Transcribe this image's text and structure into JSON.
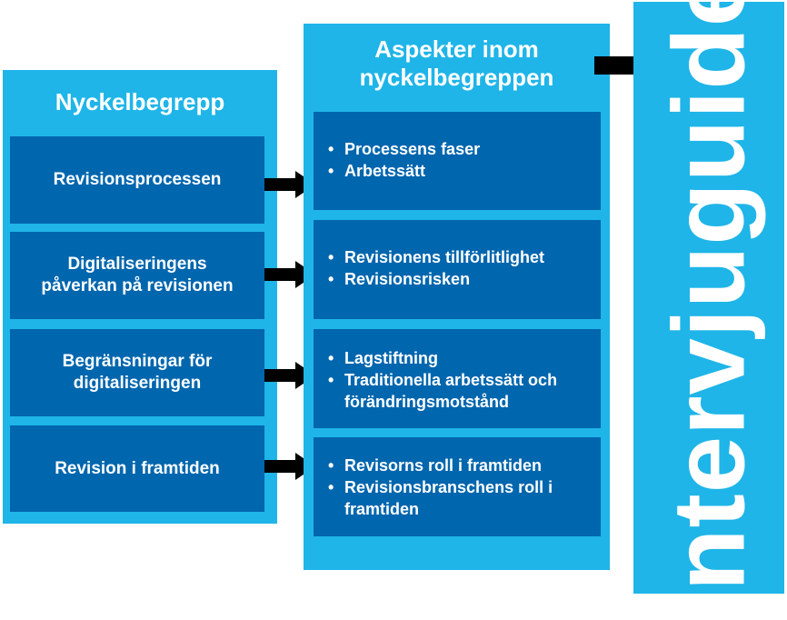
{
  "left_panel": {
    "title": "Nyckelbegrepp",
    "items": [
      {
        "line1": "Revisionsprocessen",
        "line2": ""
      },
      {
        "line1": "Digitaliseringens",
        "line2": "påverkan på revisionen"
      },
      {
        "line1": "Begränsningar för",
        "line2": "digitaliseringen"
      },
      {
        "line1": "Revision i framtiden",
        "line2": ""
      }
    ]
  },
  "middle_panel": {
    "title_line1": "Aspekter inom",
    "title_line2": "nyckelbegreppen",
    "groups": [
      {
        "bullets": [
          "Processens faser",
          "Arbetssätt"
        ]
      },
      {
        "bullets": [
          "Revisionens tillförlitlighet",
          "Revisionsrisken"
        ]
      },
      {
        "bullets": [
          "Lagstiftning",
          "Traditionella arbetssätt och förändringsmotstånd"
        ]
      },
      {
        "bullets": [
          "Revisorns roll i framtiden",
          "Revisionsbranschens roll i framtiden"
        ]
      }
    ]
  },
  "right_panel": {
    "label": "Intervjuguide"
  },
  "bullet_glyph": "•",
  "colors": {
    "panel_light_blue": "#1FB5E8",
    "box_dark_blue": "#0066AE",
    "arrow": "#000000",
    "text": "#FFFFFF"
  }
}
